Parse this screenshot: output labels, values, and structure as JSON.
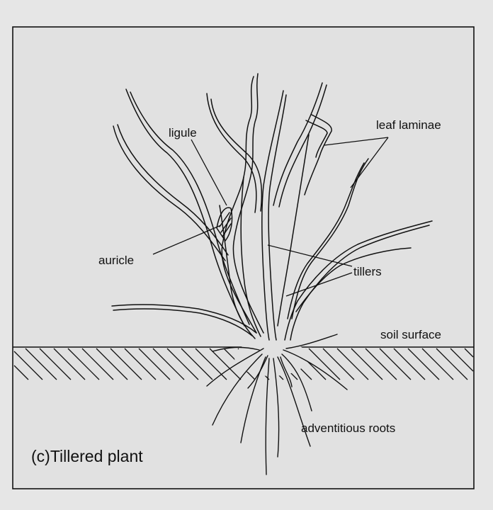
{
  "diagram": {
    "caption": "(c)Tillered plant",
    "labels": {
      "ligule": "ligule",
      "leaf_laminae": "leaf laminae",
      "auricle": "auricle",
      "tillers": "tillers",
      "soil_surface": "soil surface",
      "adventitious_roots": "adventitious roots"
    },
    "colors": {
      "background": "#e6e6e6",
      "frame_fill": "#e1e1e1",
      "ink": "#111111"
    }
  }
}
